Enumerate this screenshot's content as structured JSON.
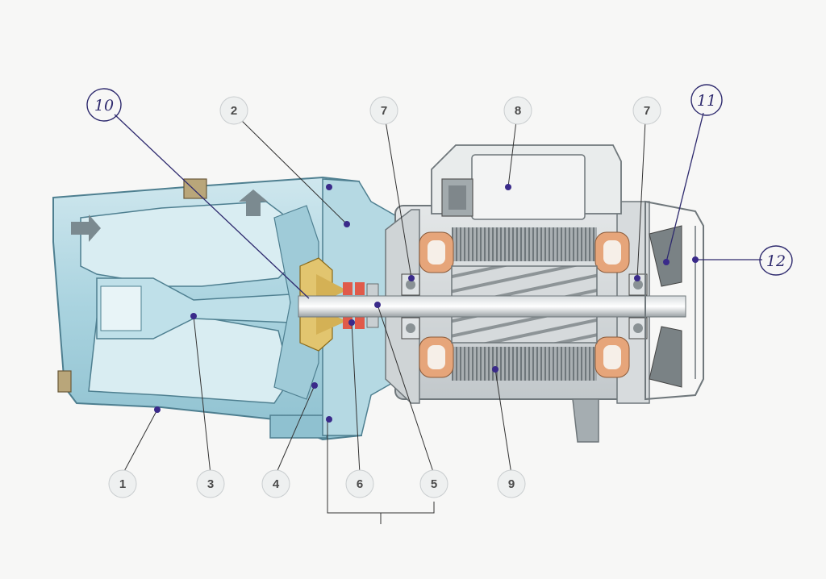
{
  "colors": {
    "background": "#f7f7f6",
    "pump_body": "#a9d3df",
    "pump_body_light": "#cfe7ee",
    "pump_outline": "#4e7f90",
    "motor_grey": "#bcc3c6",
    "motor_dark": "#6f777b",
    "winding": "#e6a57a",
    "impeller": "#e2c56f",
    "seal": "#e05a4a",
    "marker": "#3a2a8a",
    "leader_printed": "#333333",
    "leader_hand": "#2e2a6e",
    "bubble_fill": "#eef0f0",
    "bubble_stroke": "#c9cdcf"
  },
  "labels": [
    {
      "id": "l1",
      "text": "1",
      "style": "printed"
    },
    {
      "id": "l2",
      "text": "2",
      "style": "printed"
    },
    {
      "id": "l3",
      "text": "3",
      "style": "printed"
    },
    {
      "id": "l4",
      "text": "4",
      "style": "printed"
    },
    {
      "id": "l5",
      "text": "5",
      "style": "printed"
    },
    {
      "id": "l6",
      "text": "6",
      "style": "printed"
    },
    {
      "id": "l7a",
      "text": "7",
      "style": "printed"
    },
    {
      "id": "l7b",
      "text": "7",
      "style": "printed"
    },
    {
      "id": "l8",
      "text": "8",
      "style": "printed"
    },
    {
      "id": "l9",
      "text": "9",
      "style": "printed"
    },
    {
      "id": "l10",
      "text": "10",
      "style": "handwritten"
    },
    {
      "id": "l11",
      "text": "11",
      "style": "handwritten"
    },
    {
      "id": "l12",
      "text": "12",
      "style": "handwritten"
    }
  ]
}
